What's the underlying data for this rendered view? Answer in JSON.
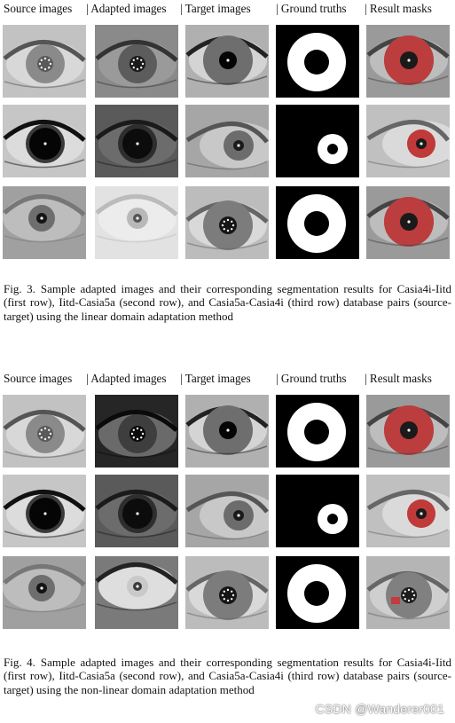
{
  "figures": [
    {
      "headers": [
        "Source images",
        "| Adapted images",
        "| Target images",
        "| Ground truths",
        "| Result masks"
      ],
      "label": "Fig. 3.",
      "caption": "Sample adapted images and their corresponding segmentation results for Casia4i-Iitd (first row), Iitd-Casia5a (second row), and Casia5a-Casia4i (third row) database pairs (source-target) using the linear domain adaptation method",
      "rows": [
        [
          "eye-gray-with-dot-ring",
          "eye-dark-flat",
          "eye-textured-iris-white-dot",
          "ring-mask",
          "red-mask-overlay"
        ],
        [
          "eye-large-black-pupil",
          "eye-dark-large-pupil",
          "eye-gray-iris",
          "ring-mask-small",
          "red-mask-overlay-small"
        ],
        [
          "eye-faded-gray",
          "eye-very-light",
          "eye-iris-with-dot-ring",
          "ring-mask",
          "red-mask-overlay"
        ]
      ]
    },
    {
      "headers": [
        "Source images",
        "| Adapted images",
        "| Target images",
        "| Ground truths",
        "| Result masks"
      ],
      "label": "Fig. 4.",
      "caption": "Sample adapted images and their corresponding segmentation results for Casia4i-Iitd (first row), Iitd-Casia5a (second row), and Casia5a-Casia4i (third row) database pairs (source-target) using the non-linear domain adaptation method",
      "rows": [
        [
          "eye-gray-with-dot-ring",
          "eye-dark-high-contrast",
          "eye-textured-iris-white-dot",
          "ring-mask",
          "red-mask-overlay"
        ],
        [
          "eye-large-black-pupil",
          "eye-dark-large-pupil",
          "eye-gray-iris",
          "ring-mask-small",
          "red-mask-overlay-small"
        ],
        [
          "eye-faded-gray",
          "eye-stylized-bright",
          "eye-iris-with-dot-ring",
          "ring-mask",
          "eye-with-partial-red"
        ]
      ]
    }
  ],
  "watermark": "CSDN @Wanderer001"
}
